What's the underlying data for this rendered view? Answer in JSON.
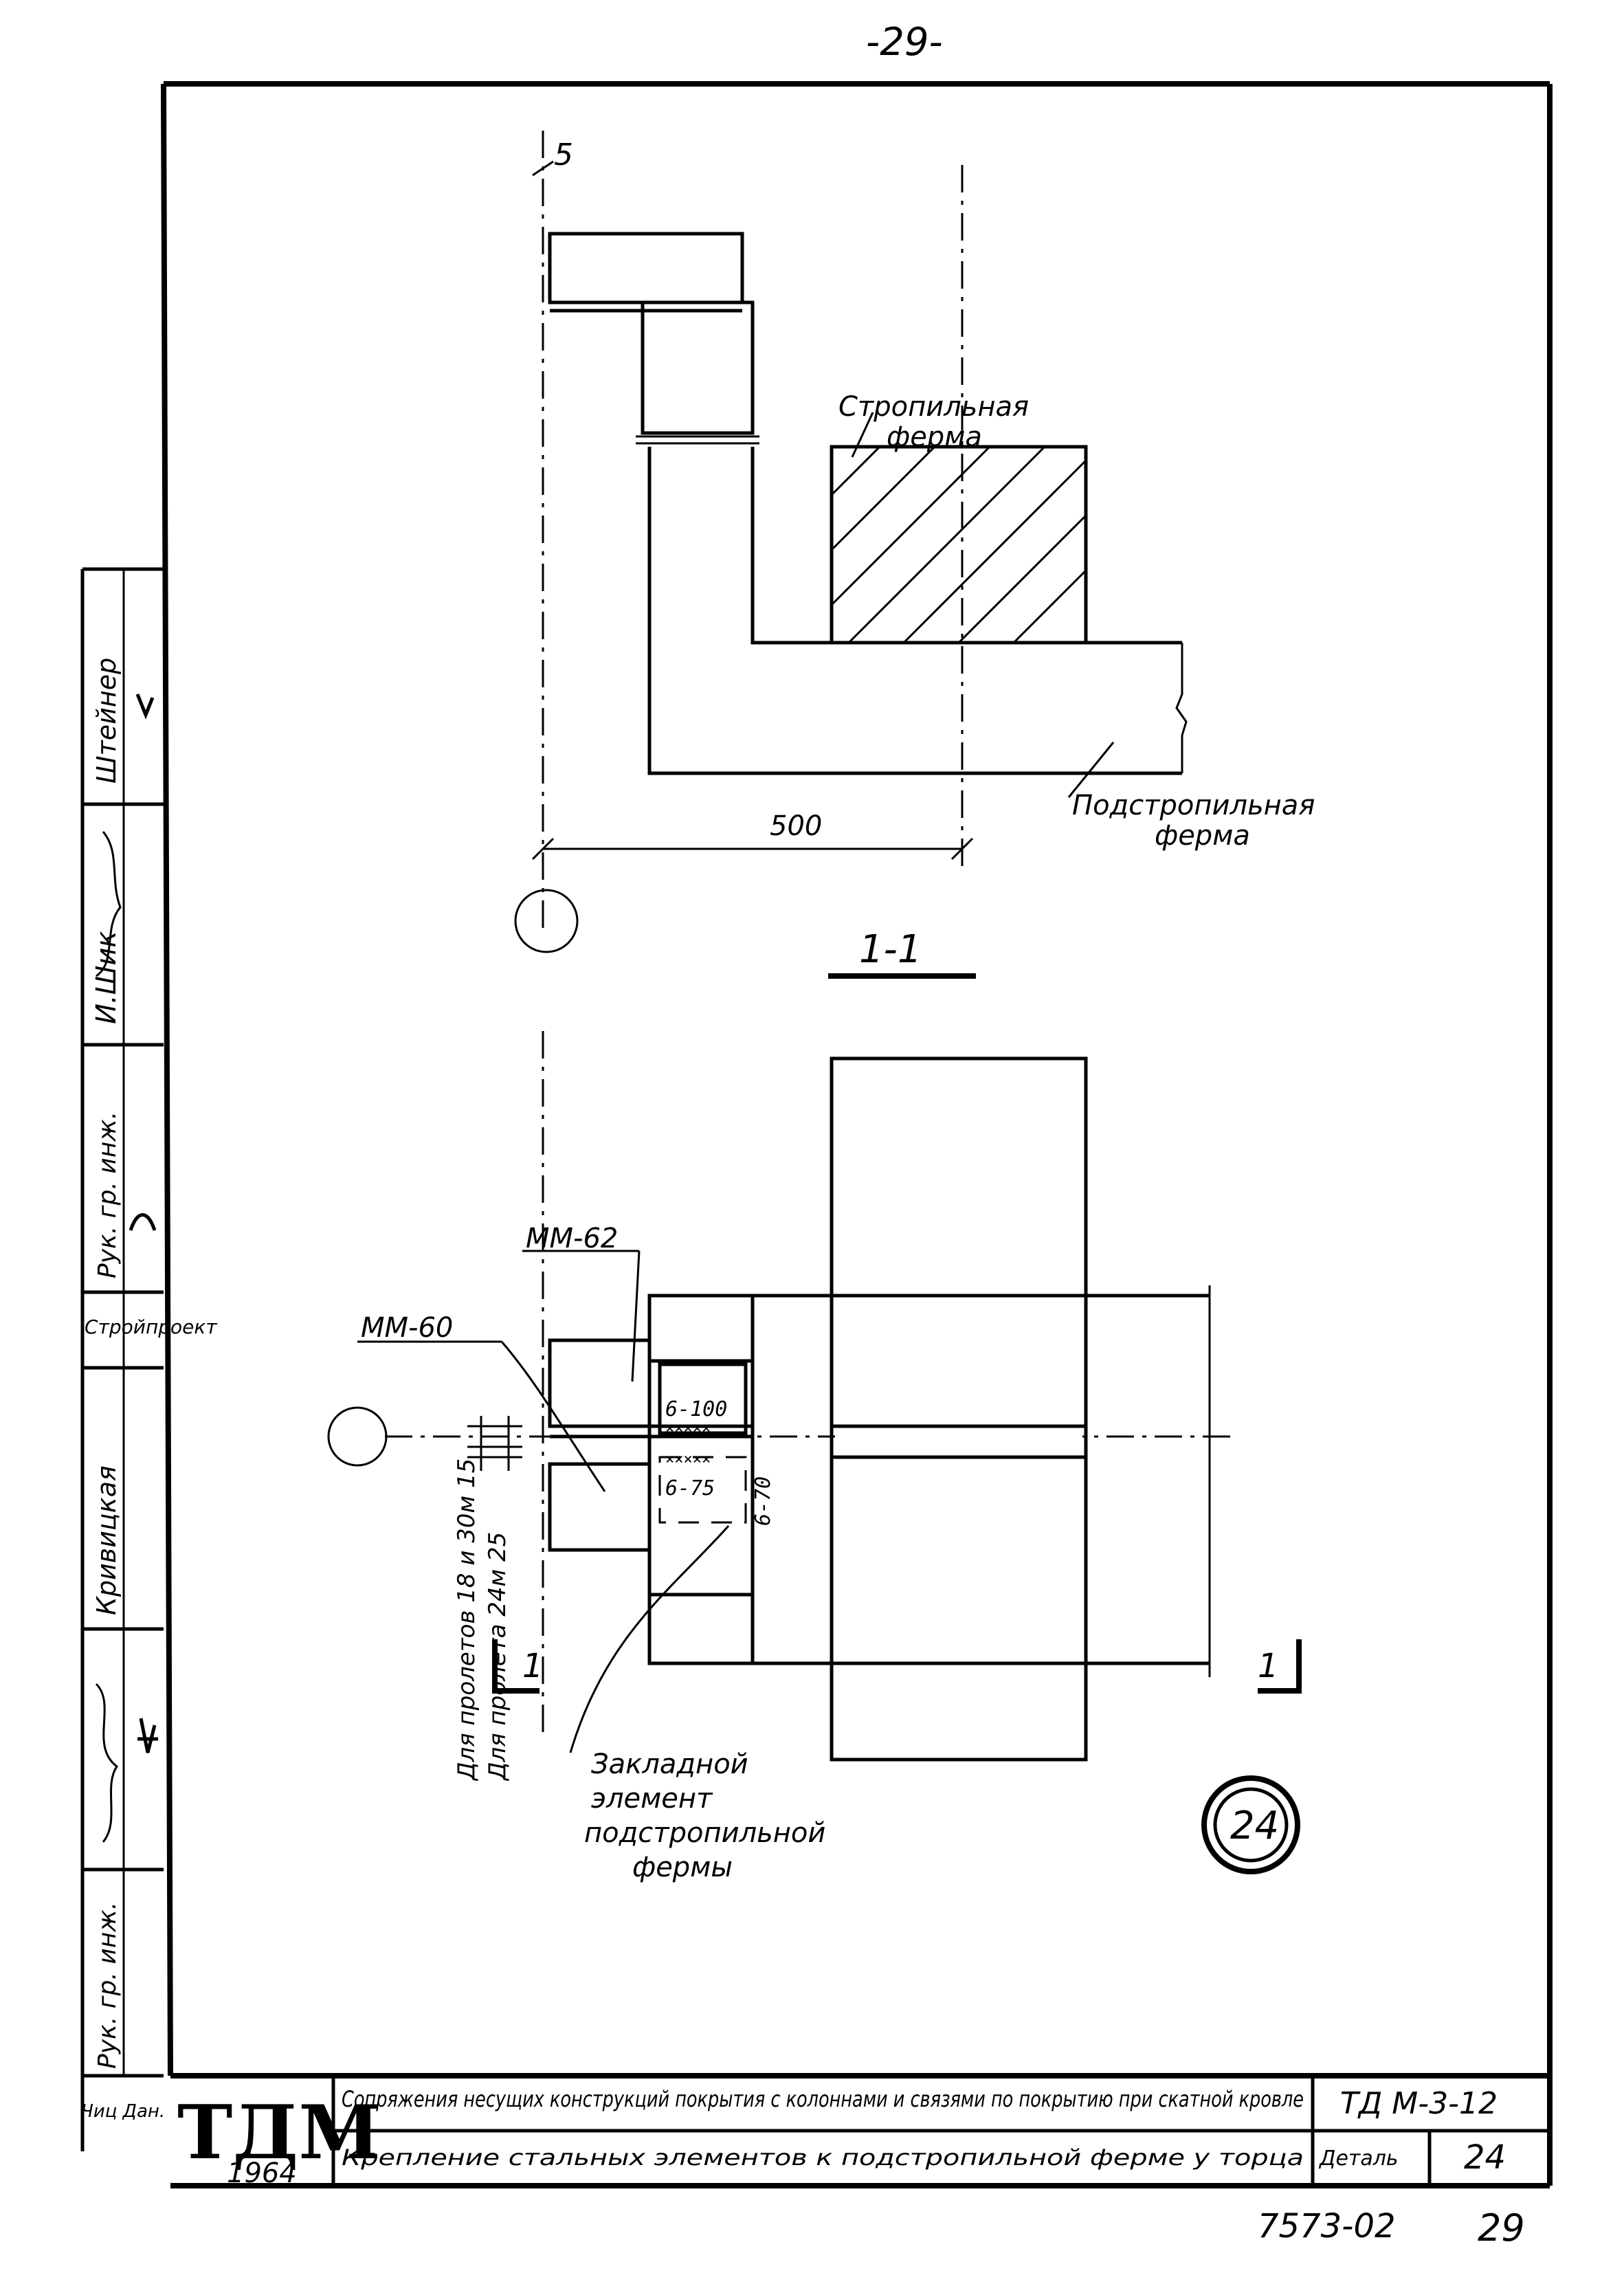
{
  "page_number_top": "-29-",
  "section_marker_top": "5",
  "labels": {
    "truss": "Стропильная ферма",
    "sub_truss": "Подстропильная ферма",
    "dim_500": "500",
    "section_title": "1-1",
    "mm62": "ММ-62",
    "mm60": "ММ-60",
    "w6_100": "6-100",
    "w6_75": "6-75",
    "w6_70": "6-70",
    "dim_span_18_30": "Для пролетов 18 и 30м 15",
    "dim_span_24": "Для пролета 24м 25",
    "embed": "Закладной элемент подстропильной фермы",
    "cut_left": "1",
    "cut_right": "1",
    "detail_circle": "24"
  },
  "side_stamp": {
    "cells": [
      "Штейнер",
      "И.Шик",
      "Рук. гр. инж.",
      "Стройпроект",
      "Кривицкая",
      "",
      "Рук. гр. инж.",
      "Чиц Дан."
    ]
  },
  "title_block": {
    "org": "ТДМ",
    "year": "1964",
    "title": "Сопряжения несущих конструкций покрытия с колоннами и связями по покрытию при скатной кровле",
    "code": "ТД М-3-12",
    "subtitle": "Крепление стальных элементов к подстропильной ферме у торца",
    "detail_label": "Деталь",
    "detail_no": "24"
  },
  "bottom_ref": "7573-02",
  "bottom_page": "29"
}
